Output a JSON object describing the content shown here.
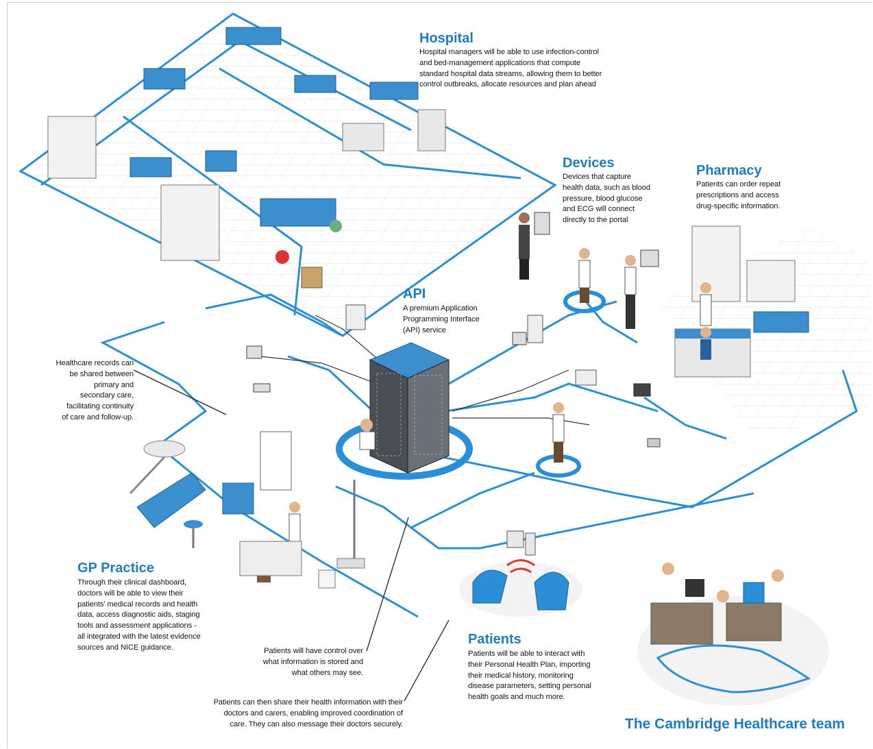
{
  "sections": {
    "hospital": {
      "title": "Hospital",
      "text": "Hospital managers will be able to use infection-control\nand bed-management applications that compute\nstandard hospital data streams, allowing them to better\ncontrol outbreaks, allocate resources and plan ahead"
    },
    "devices": {
      "title": "Devices",
      "text": "Devices that capture\nhealth data, such as blood\npressure, blood glucose\nand ECG will connect\ndirectly to the portal"
    },
    "pharmacy": {
      "title": "Pharmacy",
      "text": "Patients can order repeat\nprescriptions and access\ndrug-specific information."
    },
    "api": {
      "title": "API",
      "text": "A premium Application\nProgramming Interface\n(API) service"
    },
    "records": {
      "text": "Healthcare records can\nbe shared between\nprimary and\nsecondary care,\nfacilitating continuity\nof care and follow-up."
    },
    "gp": {
      "title": "GP Practice",
      "text": "Through their clinical dashboard,\ndoctors will be able to view their\npatients' medical records and health\ndata, access diagnostic aids, staging\ntools and assessment applications -\nall integrated with the latest evidence\nsources and NICE guidance."
    },
    "control": {
      "text": "Patients will have control over\nwhat information is stored and\nwhat others may see."
    },
    "share": {
      "text": "Patients can then share their health information with their\ndoctors and carers, enabling improved coordination of\ncare. They can also message their doctors securely."
    },
    "patients": {
      "title": "Patients",
      "text": "Patients will be able to interact with\ntheir Personal Health Plan, importing\ntheir medical history, monitoring\ndisease parameters, setting personal\nhealth goals and much more."
    },
    "team": {
      "title": "The Cambridge Healthcare team"
    }
  },
  "colors": {
    "accent": "#1f7bc2",
    "network_line": "#2a8fd6",
    "floor_grid": "#e6e8ea",
    "furniture": "#3b8fcf"
  }
}
